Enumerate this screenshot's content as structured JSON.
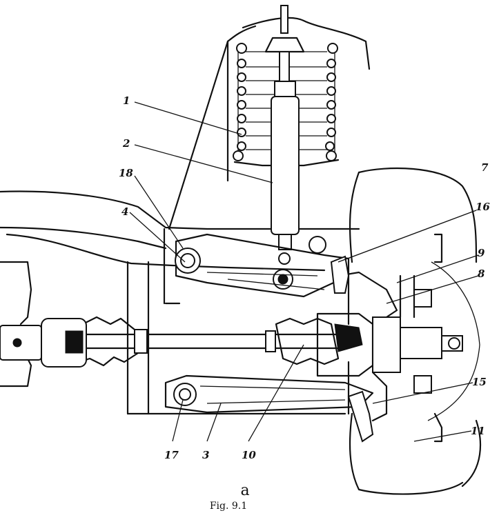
{
  "labels": {
    "l1": "1",
    "l2": "2",
    "l3": "3",
    "l4": "4",
    "l7": "7",
    "l8": "8",
    "l9": "9",
    "l10": "10",
    "l11": "11",
    "l15": "15",
    "l16": "16",
    "l17": "17",
    "l18": "18"
  },
  "sublabel": "a",
  "caption": "Fig. 9.1"
}
